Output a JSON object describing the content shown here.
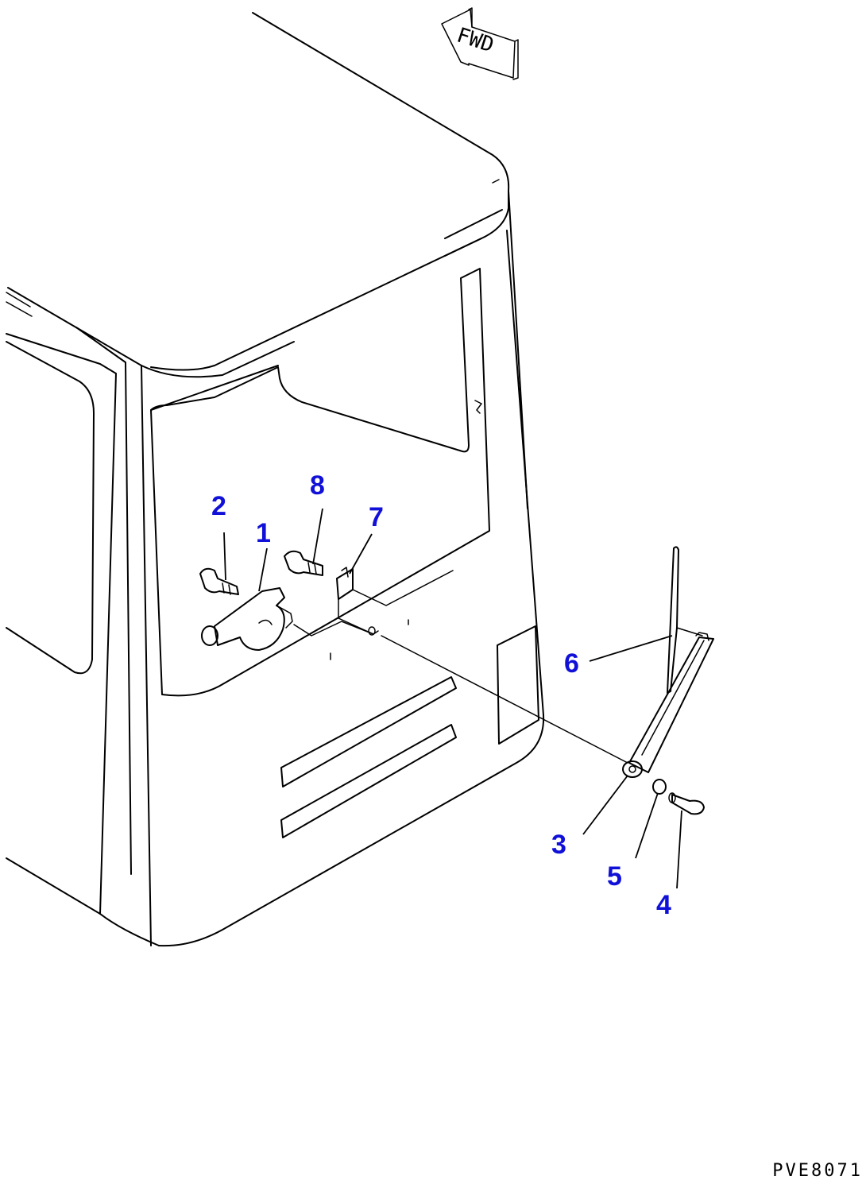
{
  "orientation_marker": {
    "label": "FWD",
    "icon": "forward-arrow-icon"
  },
  "callouts": [
    {
      "number": "1",
      "part": "wiper-motor"
    },
    {
      "number": "2",
      "part": "motor-mounting-bolt"
    },
    {
      "number": "3",
      "part": "wiper-arm-pivot"
    },
    {
      "number": "4",
      "part": "arm-bolt"
    },
    {
      "number": "5",
      "part": "washer"
    },
    {
      "number": "6",
      "part": "wiper-arm-and-blade"
    },
    {
      "number": "7",
      "part": "clip"
    },
    {
      "number": "8",
      "part": "clip-bolt"
    }
  ],
  "drawing_code": "PVE8071",
  "colors": {
    "callout": "#1010d8",
    "line": "#000000",
    "background": "#ffffff"
  }
}
